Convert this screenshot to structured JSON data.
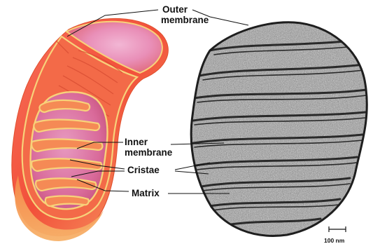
{
  "labels": {
    "outer_membrane": [
      "Outer",
      "membrane"
    ],
    "inner_membrane": [
      "Inner",
      "membrane"
    ],
    "cristae": "Cristae",
    "matrix": "Matrix"
  },
  "scale_bar": {
    "text": "100 nm"
  },
  "colors": {
    "outer_surface": "#f2503a",
    "cap_highlight": "#e98fb8",
    "membrane_edge": "#f7d27a",
    "matrix": "#d96a9a",
    "cristae_fill": "#f58a55",
    "em_background": "#9a9a9a",
    "em_cristae": "#2a2a2a"
  }
}
